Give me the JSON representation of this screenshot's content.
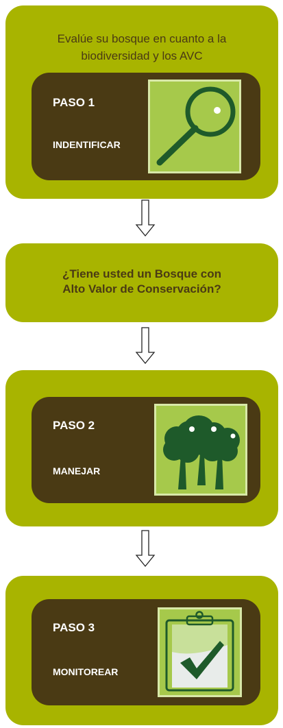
{
  "intro": {
    "line1": "Evalúe su bosque en cuanto a la",
    "line2": "biodiversidad y los AVC"
  },
  "step1": {
    "number": "PASO 1",
    "label": "INDENTIFICAR",
    "icon": "magnifying-glass-icon"
  },
  "question": {
    "line1": "¿Tiene usted un Bosque con",
    "line2": "Alto Valor de Conservación?"
  },
  "step2": {
    "number": "PASO 2",
    "label": "MANEJAR",
    "icon": "trees-icon"
  },
  "step3": {
    "number": "PASO 3",
    "label": "MONITOREAR",
    "icon": "clipboard-check-icon"
  },
  "colors": {
    "olive": "#a8b400",
    "dark_brown": "#4a3a14",
    "icon_green": "#a6c94b",
    "icon_dark": "#1e5a2a"
  }
}
